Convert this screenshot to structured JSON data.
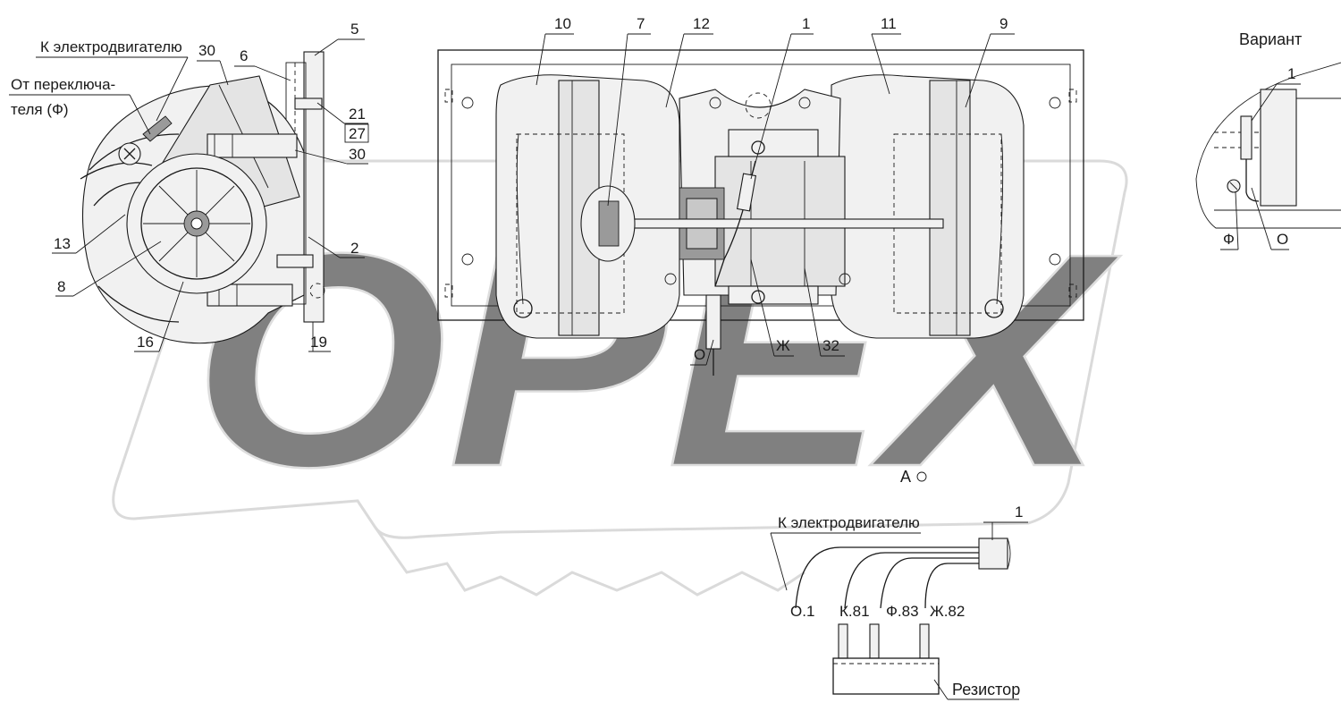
{
  "watermark": "OPEX",
  "side_view": {
    "label_to_motor": "К электродвигателю",
    "label_from_switch_line1": "От переключа-",
    "label_from_switch_line2": "теля (Ф)",
    "callouts": {
      "n30a": "30",
      "n6": "6",
      "n5": "5",
      "n21": "21",
      "n27": "27",
      "n30b": "30",
      "n2": "2",
      "n13": "13",
      "n8": "8",
      "n16": "16",
      "n19": "19"
    }
  },
  "front_view": {
    "callouts": {
      "n10": "10",
      "n7": "7",
      "n12": "12",
      "n1": "1",
      "n11": "11",
      "n9": "9",
      "n32": "32"
    },
    "wire_o": "О",
    "wire_zh": "Ж"
  },
  "variant": {
    "title": "Вариант",
    "callout": "1",
    "wire_f": "Ф",
    "wire_o": "О"
  },
  "view_a": {
    "label": "А",
    "label_to_motor": "К электродвигателю",
    "callout": "1",
    "terminals": [
      "О.1",
      "К.81",
      "Ф.83",
      "Ж.82"
    ],
    "resistor_label": "Резистор"
  }
}
